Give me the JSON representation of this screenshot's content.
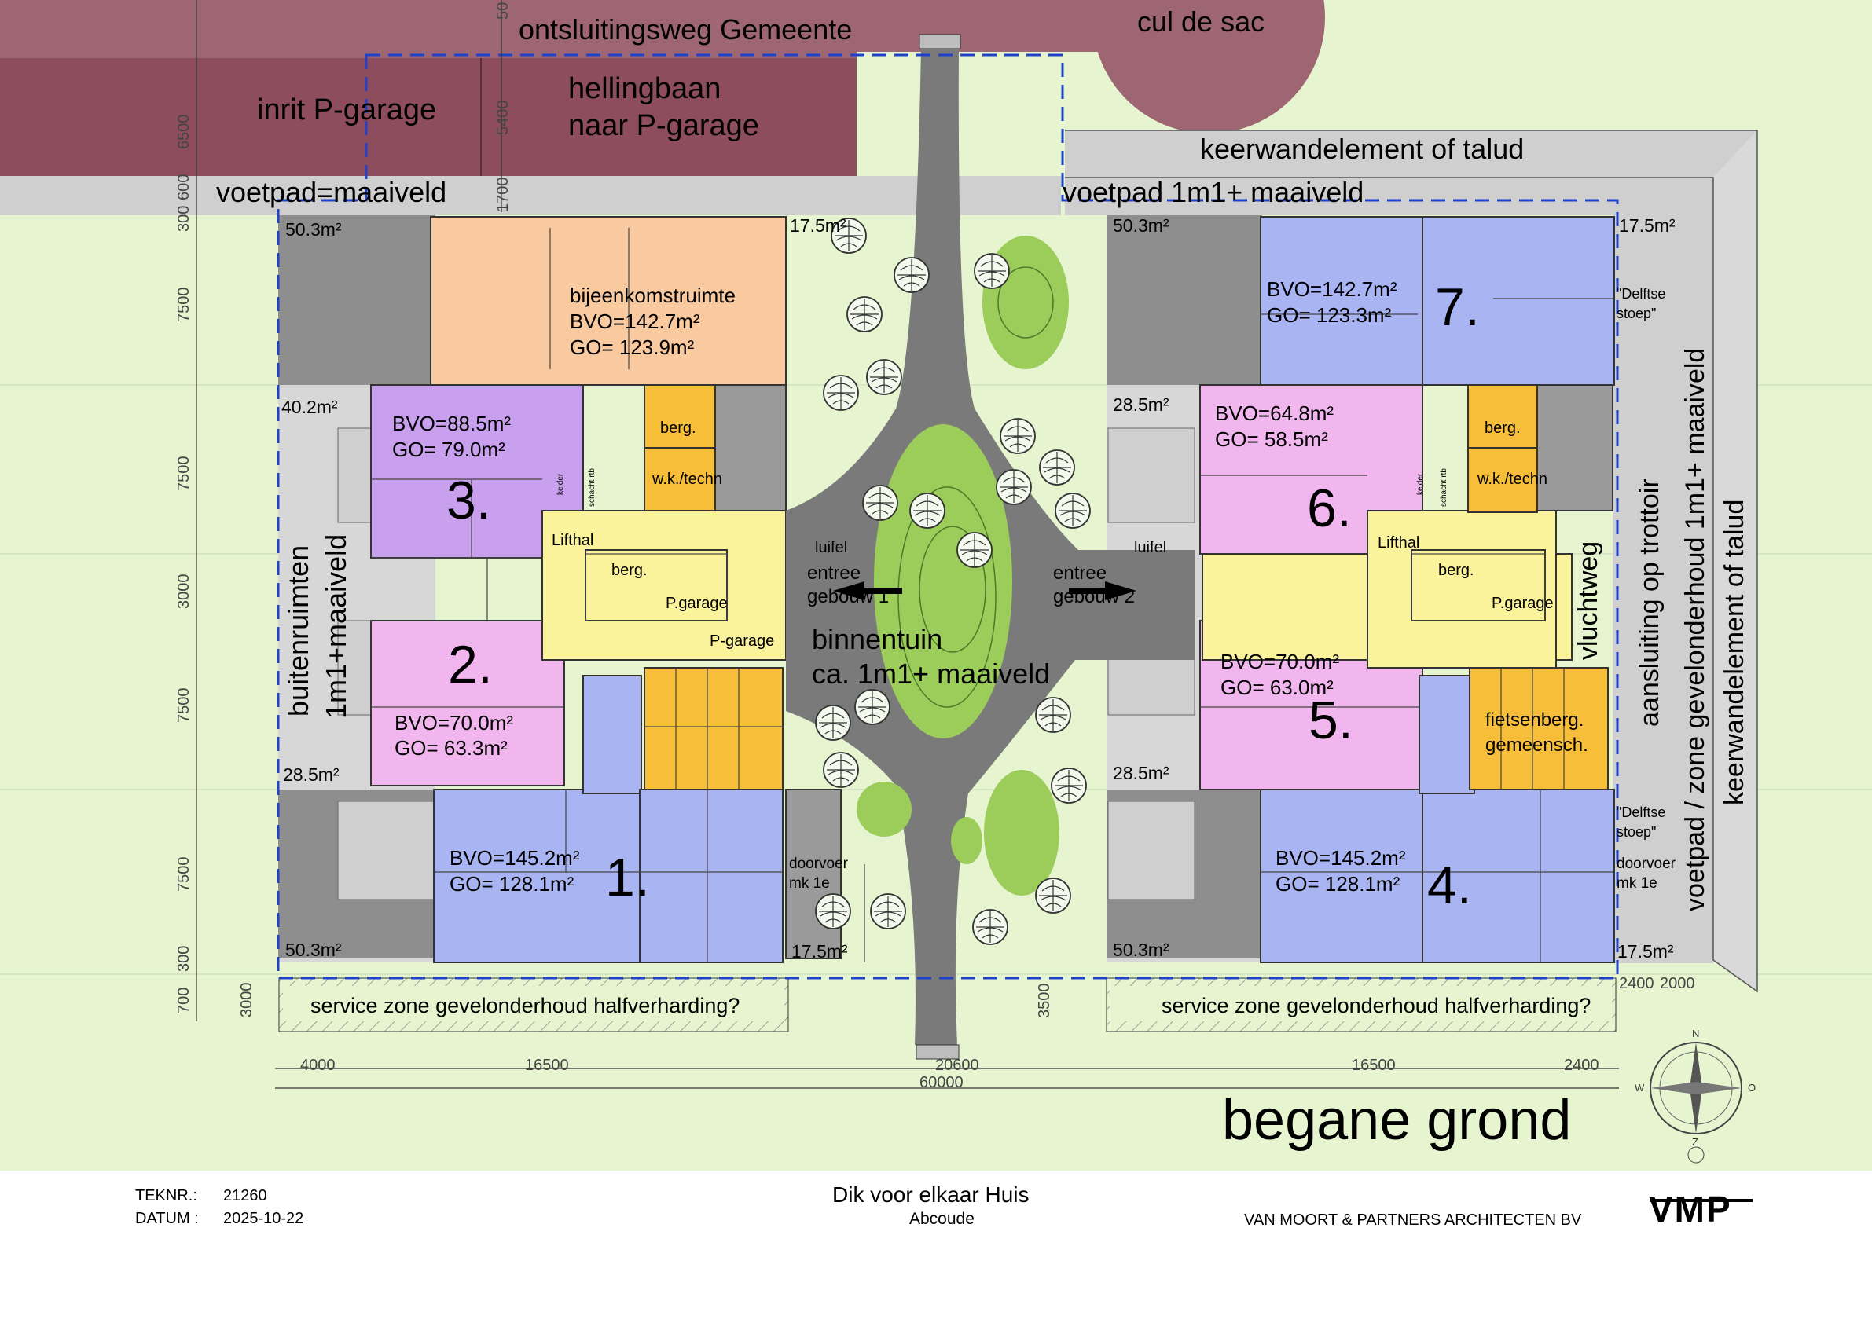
{
  "site": {
    "road_label": "ontsluitingsweg  Gemeente",
    "culdesac_label": "cul de sac",
    "ramp_entry_label": "inrit P-garage",
    "ramp_label_line1": "hellingbaan",
    "ramp_label_line2": "naar P-garage",
    "footpath_left_label": "voetpad=maaiveld",
    "footpath_right_label": "voetpad 1m1+ maaiveld",
    "retaining_top_label": "keerwandelement of talud",
    "outdoor_label_line1": "buitenruimten",
    "outdoor_label_line2": "1m1+maaiveld",
    "right_edge_label1": "aansluiting op trottoir",
    "right_edge_label2": "voetpad / zone gevelonderhoud 1m1+ maaiveld",
    "right_edge_label3": "keerwandelement of talud",
    "escape_route_label": "vluchtweg",
    "service_zone_label": "service zone gevelonderhoud halfverharding?",
    "courtyard_label_line1": "binnentuin",
    "courtyard_label_line2": "ca. 1m1+ maaiveld",
    "canopy_label": "luifel",
    "entrance1_line1": "entree",
    "entrance1_line2": "gebouw 1",
    "entrance2_line1": "entree",
    "entrance2_line2": "gebouw 2",
    "passage_line1": "doorvoer",
    "passage_line2": "mk 1e",
    "delftse_line1": "\"Delftse",
    "delftse_line2": "stoep\"",
    "meeting_room": {
      "name": "bijeenkomstruimte",
      "bvo": "BVO=142.7m²",
      "go": "GO=  123.9m²"
    },
    "lifthal": "Lifthal",
    "berg": "berg.",
    "wk_techn": "w.k./techn",
    "p_garage": "P.garage",
    "p_garage2": "P-garage",
    "bike_storage_line1": "fietsenberg.",
    "bike_storage_line2": "gemeensch.",
    "small_labels": [
      "kelder",
      "schacht rtb"
    ]
  },
  "units": [
    {
      "number": "1.",
      "bvo": "BVO=145.2m²",
      "go": "GO=  128.1m²"
    },
    {
      "number": "2.",
      "bvo": "BVO=70.0m²",
      "go": "GO=  63.3m²"
    },
    {
      "number": "3.",
      "bvo": "BVO=88.5m²",
      "go": "GO=  79.0m²"
    },
    {
      "number": "4.",
      "bvo": "BVO=145.2m²",
      "go": "GO=  128.1m²"
    },
    {
      "number": "5.",
      "bvo": "BVO=70.0m²",
      "go": "GO=  63.0m²"
    },
    {
      "number": "6.",
      "bvo": "BVO=64.8m²",
      "go": "GO=  58.5m²"
    },
    {
      "number": "7.",
      "bvo": "BVO=142.7m²",
      "go": "GO=  123.3m²"
    }
  ],
  "areas": {
    "a503": "50.3m²",
    "a175": "17.5m²",
    "a402": "40.2m²",
    "a285": "28.5m²"
  },
  "dimensions": {
    "left_vertical": [
      "50",
      "6500",
      "600",
      "300",
      "7500",
      "7500",
      "3000",
      "7500",
      "7500",
      "300",
      "700",
      "3000"
    ],
    "ramp_vertical": [
      "5400",
      "1700"
    ],
    "center_3500": "3500",
    "bottom_row": [
      "4000",
      "16500",
      "20600",
      "16500",
      "2400"
    ],
    "total": "60000",
    "right_small": [
      "2400",
      "2000"
    ]
  },
  "drawing_title": "begane grond",
  "compass_letters": [
    "N",
    "O",
    "Z",
    "W"
  ],
  "title_block": {
    "teknr_label": "TEKNR.:",
    "teknr_value": "21260",
    "datum_label": "DATUM :",
    "datum_value": "2025-10-22",
    "project_name": "Dik voor elkaar Huis",
    "location": "Abcoude",
    "firm": "VAN MOORT & PARTNERS ARCHITECTEN BV",
    "logo": "VMP"
  },
  "colors": {
    "grass": "#e6f5d0",
    "road": "#9e6673",
    "ramp": "#8d4d5c",
    "pavement": "#cfcfcf",
    "dark_grey": "#7a7a7a",
    "orange": "#f9c9a0",
    "purple": "#c9a0ee",
    "pink": "#f2b6ef",
    "blue": "#a9b4f3",
    "yellow": "#fbf39b",
    "gold": "#f7be3a",
    "lawn": "#9ccc59",
    "outline_blue": "#1f43c8"
  }
}
